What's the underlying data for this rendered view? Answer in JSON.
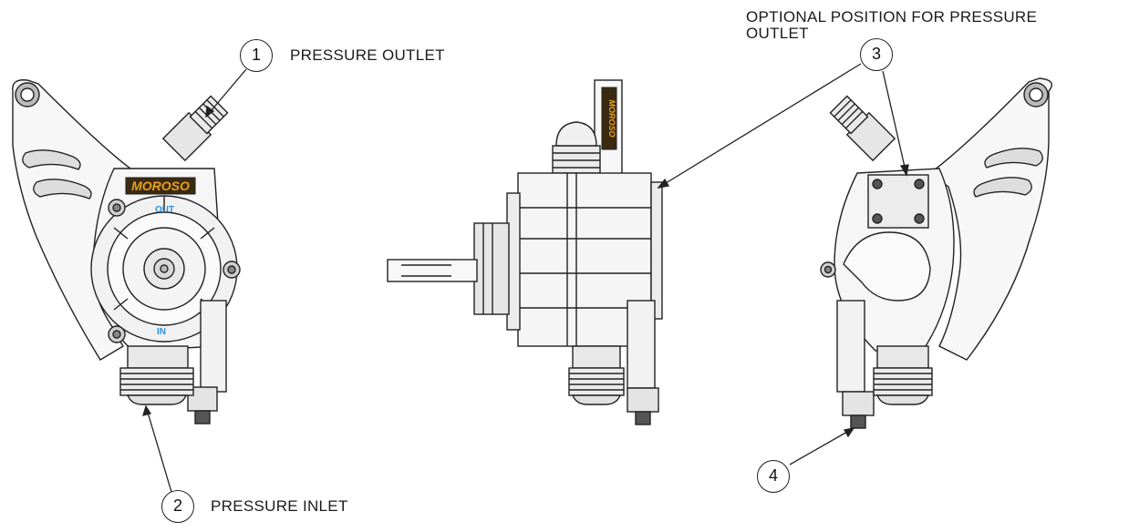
{
  "callouts": [
    {
      "number": "1",
      "text": "PRESSURE OUTLET"
    },
    {
      "number": "2",
      "text": "PRESSURE INLET"
    },
    {
      "number": "3",
      "text_line1": "OPTIONAL POSITION FOR PRESSURE",
      "text_line2": "OUTLET"
    },
    {
      "number": "4"
    }
  ],
  "brand_label": "MOROSO",
  "port_labels": {
    "out": "OUT",
    "in": "IN"
  },
  "colors": {
    "brand": "#e8a020",
    "port_label": "#2a8fe0",
    "line": "#222222"
  }
}
